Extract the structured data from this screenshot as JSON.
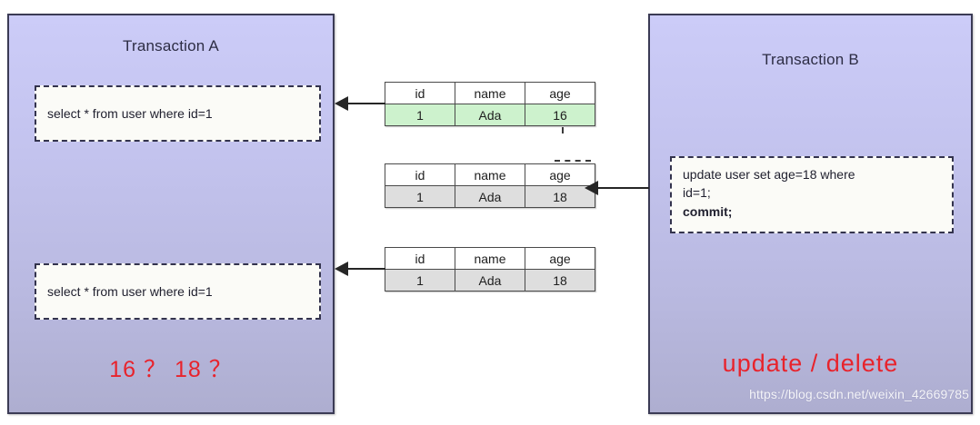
{
  "diagram": {
    "background_color": "#ffffff",
    "panel_fill_top": "#ccccf8",
    "panel_fill_bottom": "#aeaed0",
    "panel_border_color": "#3b3b55",
    "accent_red": "#e8232c",
    "highlight_green": "#cdf2cd",
    "row_gray": "#dedede"
  },
  "transaction_a": {
    "title": "Transaction A",
    "sql_first": "select * from user where id=1",
    "sql_second": "select * from user where id=1",
    "conclusion": "16 ？ 18 ？"
  },
  "transaction_b": {
    "title": "Transaction B",
    "sql_line_1": "update user set age=18 where",
    "sql_line_2": "id=1;",
    "sql_line_3": "commit;",
    "conclusion": "update / delete"
  },
  "tables": [
    {
      "name": "result-before-update",
      "headers": [
        "id",
        "name",
        "age"
      ],
      "row": [
        "1",
        "Ada",
        "16"
      ],
      "row_style": "green"
    },
    {
      "name": "result-after-update",
      "headers": [
        "id",
        "name",
        "age"
      ],
      "row": [
        "1",
        "Ada",
        "18"
      ],
      "row_style": "gray"
    },
    {
      "name": "result-second-read",
      "headers": [
        "id",
        "name",
        "age"
      ],
      "row": [
        "1",
        "Ada",
        "18"
      ],
      "row_style": "gray"
    }
  ],
  "watermark": {
    "text": "https://blog.csdn.net/weixin_42669785"
  }
}
